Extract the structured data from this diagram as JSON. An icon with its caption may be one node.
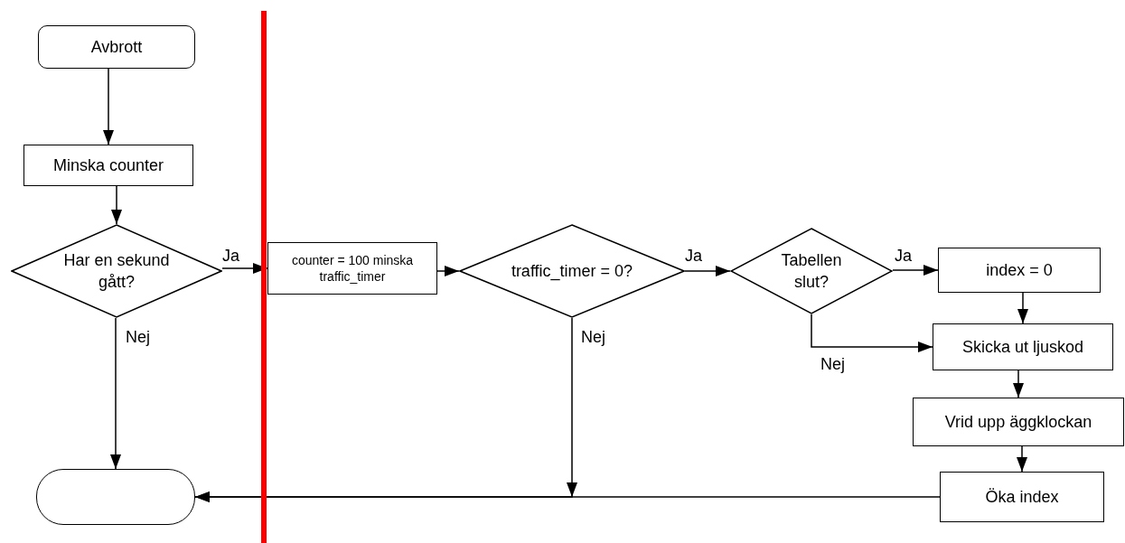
{
  "diagram": {
    "nodes": [
      {
        "text": [
          "Avbrott"
        ]
      },
      {
        "text": [
          "Minska counter"
        ]
      },
      {
        "text": [
          "Har en sekund gått?"
        ]
      },
      {
        "text": [
          "counter = 100 minska traffic_timer"
        ]
      },
      {
        "text": [
          "traffic_timer = 0?"
        ]
      },
      {
        "text": [
          "Tabellen slut?"
        ]
      },
      {
        "text": [
          "index = 0"
        ]
      },
      {
        "text": [
          "Skicka ut ljuskod"
        ]
      },
      {
        "text": [
          "Vrid upp äggklockan"
        ]
      },
      {
        "text": [
          "Öka index"
        ]
      },
      {
        "text": [],
        "shape": "terminal"
      }
    ],
    "edges": [
      {
        "from": 0,
        "to": 1,
        "arrow": "to"
      },
      {
        "from": 1,
        "to": 2,
        "arrow": "to"
      },
      {
        "from": 2,
        "to": 3,
        "arrow": "to",
        "label": "Ja"
      },
      {
        "from": 3,
        "to": 4,
        "arrow": "to"
      },
      {
        "from": 4,
        "to": 5,
        "arrow": "to",
        "label": "Ja"
      },
      {
        "from": 5,
        "to": 6,
        "arrow": "to",
        "label": "Ja"
      },
      {
        "from": 5,
        "to": 7,
        "arrow": "to",
        "label": "Nej"
      },
      {
        "from": 6,
        "to": 7,
        "arrow": "to"
      },
      {
        "from": 7,
        "to": 8,
        "arrow": "to"
      },
      {
        "from": 8,
        "to": 9,
        "arrow": "to"
      },
      {
        "from": 9,
        "to": 10,
        "arrow": "to"
      },
      {
        "from": 2,
        "to": 10,
        "arrow": "to",
        "label": "Nej"
      },
      {
        "from": 4,
        "to": 10,
        "arrow": "to",
        "label": "Nej"
      }
    ]
  }
}
